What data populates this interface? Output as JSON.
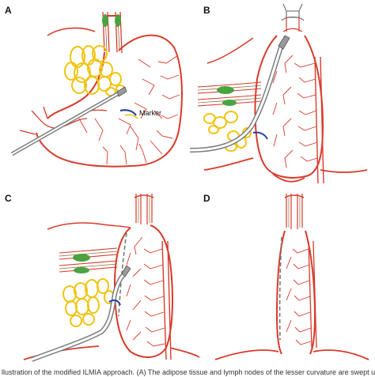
{
  "panels": {
    "a": {
      "label": "A"
    },
    "b": {
      "label": "B"
    },
    "c": {
      "label": "C"
    },
    "d": {
      "label": "D"
    }
  },
  "annotations": {
    "marker": "Marker"
  },
  "caption": "llustration of the modified ILMIA approach. (A) The adipose tissue and lymph nodes of the lesser curvature are swept up to the cardia from the bo",
  "colors": {
    "vessel": "#d93a2b",
    "lymph_node": "#f2c40f",
    "nerve_band": "#4aa340",
    "instrument": "#7d7d7d",
    "marker": "#2b3fa6",
    "outline": "#d93a2b"
  }
}
